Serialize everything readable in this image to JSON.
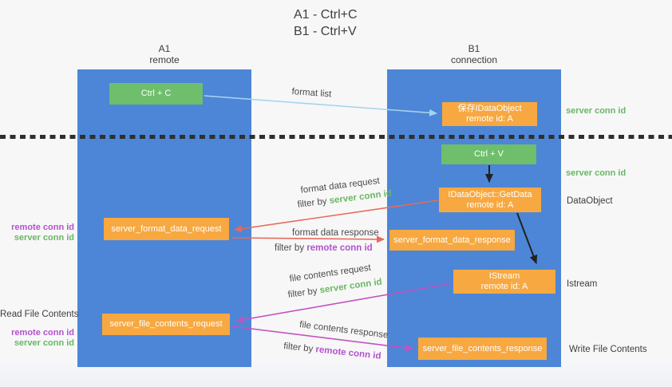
{
  "title": {
    "line1": "A1 - Ctrl+C",
    "line2": "B1 - Ctrl+V"
  },
  "lanes": {
    "a1": {
      "name": "A1",
      "role": "remote"
    },
    "b1": {
      "name": "B1",
      "role": "connection"
    }
  },
  "nodes": {
    "ctrl_c": "Ctrl + C",
    "save_dataobject_line1": "保存IDataObject",
    "save_dataobject_line2": "remote id: A",
    "ctrl_v": "Ctrl + V",
    "getdata_line1": "IDataObject::GetData",
    "getdata_line2": "remote id: A",
    "format_request": "server_format_data_request",
    "format_response": "server_format_data_response",
    "istream_line1": "IStream",
    "istream_line2": "remote id: A",
    "file_request": "server_file_contents_request",
    "file_response": "server_file_contents_response"
  },
  "edges": {
    "format_list": "format list",
    "format_data_request": "format data request",
    "format_data_response": "format data response",
    "file_contents_request": "file contents request",
    "file_contents_response": "file contents response",
    "filter_by": "filter by",
    "server_conn_id": "server conn id",
    "remote_conn_id": "remote conn id"
  },
  "side_labels": {
    "server_conn_id": "server conn id",
    "remote_conn_id": "remote conn id",
    "dataobject": "DataObject",
    "istream": "Istream",
    "read_file_contents": "Read File Contents",
    "write_file_contents": "Write File Contents"
  },
  "colors": {
    "lane_blue": "#4d86d6",
    "node_green": "#6ebe6c",
    "node_orange": "#f7a840",
    "arrow_light_blue": "#a6d4ef",
    "arrow_red": "#e8695b",
    "arrow_magenta": "#c352c0",
    "arrow_black": "#222222",
    "text_green": "#6ab764",
    "text_purple": "#b253cc",
    "text_dark": "#3d3d3d",
    "background": "#f7f7f8"
  }
}
